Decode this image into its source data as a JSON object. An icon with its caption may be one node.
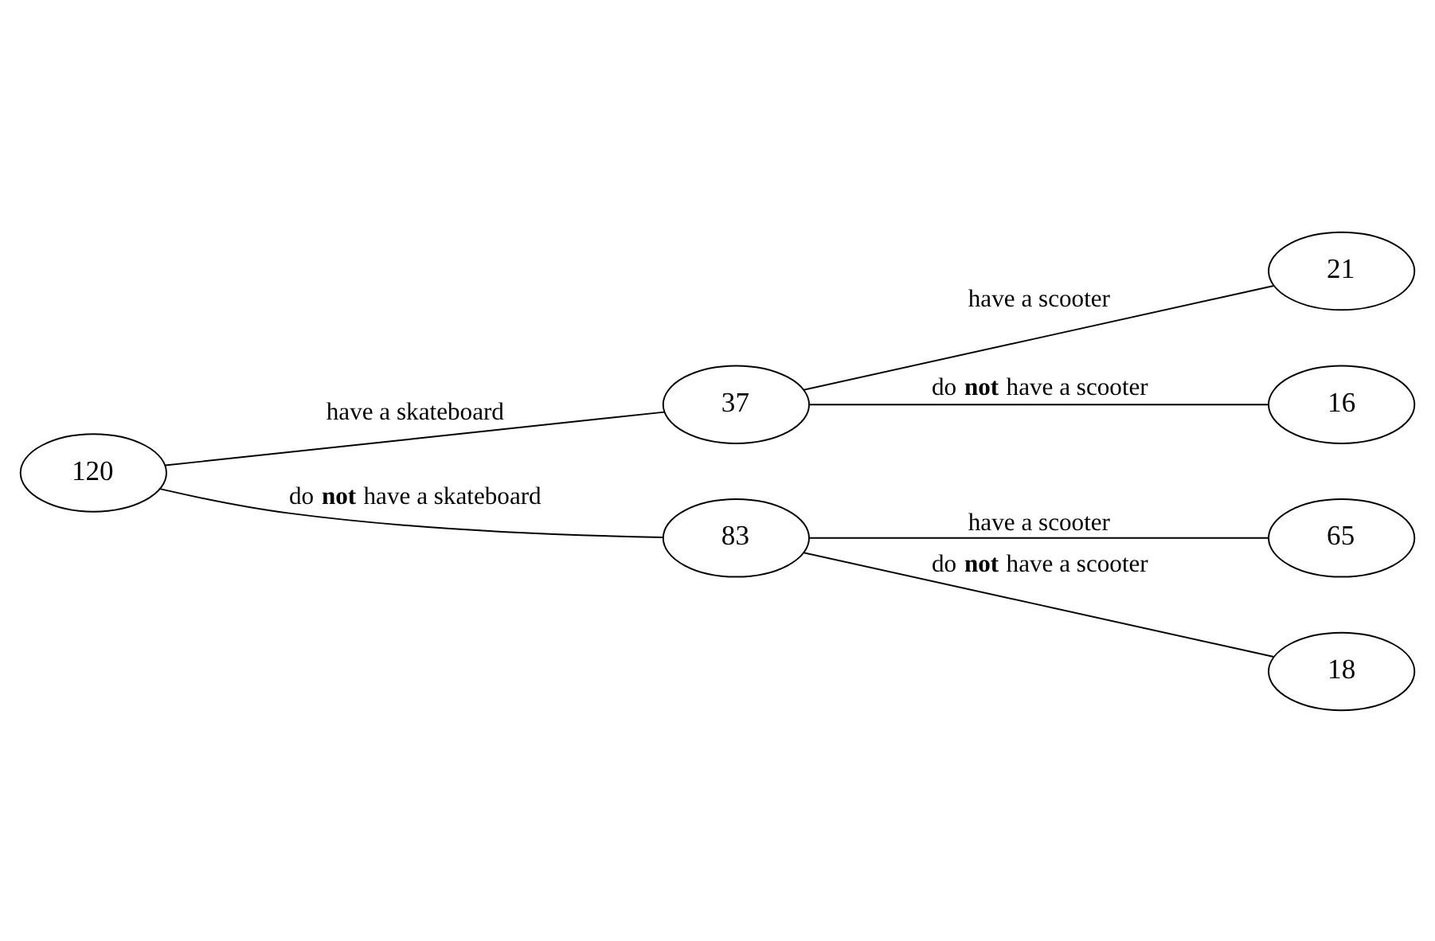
{
  "diagram": {
    "nodes": [
      {
        "text": [
          "120"
        ]
      },
      {
        "text": [
          "37"
        ]
      },
      {
        "text": [
          "83"
        ]
      },
      {
        "text": [
          "21"
        ]
      },
      {
        "text": [
          "16"
        ]
      },
      {
        "text": [
          "65"
        ]
      },
      {
        "text": [
          "18"
        ]
      }
    ],
    "edges": [
      {
        "from": 0,
        "to": 1,
        "arrow": "none",
        "label": "have a skateboard"
      },
      {
        "from": 0,
        "to": 2,
        "arrow": "none",
        "label": "do **not** have a skateboard"
      },
      {
        "from": 1,
        "to": 3,
        "arrow": "none",
        "label": "have a scooter"
      },
      {
        "from": 1,
        "to": 4,
        "arrow": "none",
        "label": "do **not** have a scooter"
      },
      {
        "from": 2,
        "to": 5,
        "arrow": "none",
        "label": "have a scooter"
      },
      {
        "from": 2,
        "to": 6,
        "arrow": "none",
        "label": "do **not** have a scooter"
      }
    ]
  }
}
